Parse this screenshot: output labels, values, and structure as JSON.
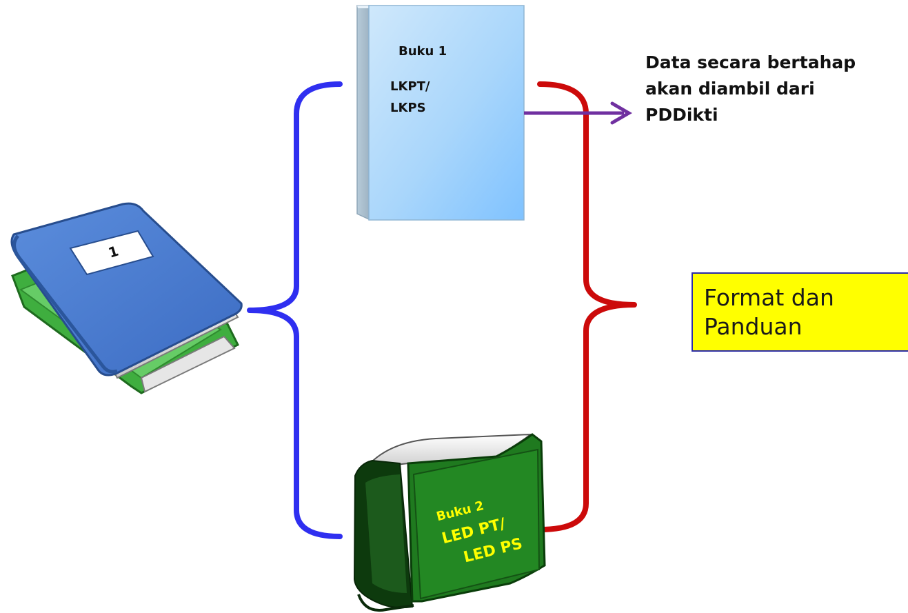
{
  "book1": {
    "title": "Buku 1",
    "line1": "LKPT/",
    "line2": "LKPS"
  },
  "book2": {
    "line1": "Buku 2",
    "line2": "LED PT/",
    "line3": "LED PS"
  },
  "stack_book": {
    "label": "1"
  },
  "note": {
    "line1": "Data secara bertahap",
    "line2": "akan diambil dari",
    "line3": "PDDikti"
  },
  "format_box": {
    "line1": "Format dan",
    "line2": "Panduan"
  },
  "colors": {
    "left_brace": "#2f2ff0",
    "right_brace": "#cc0a0a",
    "arrow": "#7030a0",
    "highlight": "#ffff00",
    "book2_cover": "#1f7a1f",
    "book2_text": "#ffff00"
  }
}
